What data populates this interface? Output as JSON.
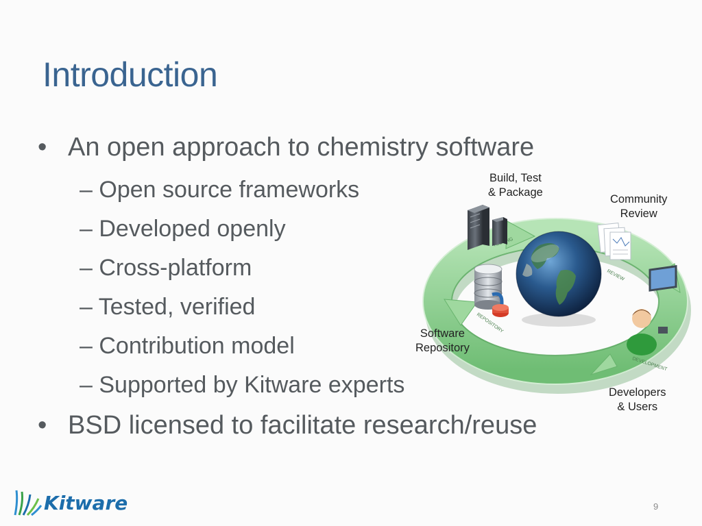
{
  "slide": {
    "title": "Introduction",
    "bullets": [
      {
        "text": "An open approach to chemistry software",
        "subitems": [
          "Open source frameworks",
          "Developed openly",
          "Cross-platform",
          "Tested, verified",
          "Contribution model",
          "Supported by Kitware experts"
        ]
      },
      {
        "text": "BSD licensed to facilitate research/reuse",
        "subitems": []
      }
    ],
    "bullet_glyph": "•",
    "sub_glyph": "–",
    "page_number": "9"
  },
  "diagram": {
    "labels": {
      "build": [
        "Build, Test",
        "& Package"
      ],
      "review": [
        "Community",
        "Review"
      ],
      "repository": [
        "Software",
        "Repository"
      ],
      "developers": [
        "Developers",
        "& Users"
      ]
    },
    "ring_words": {
      "testing": "TESTING",
      "review": "REVIEW",
      "repository": "REPOSITORY",
      "development": "DEVELOPMENT"
    }
  },
  "logo": {
    "text": "Kitware"
  },
  "colors": {
    "title": "#3a6490",
    "body_text": "#555a5e",
    "ring": "#8fd18f",
    "logo": "#1c6dab"
  }
}
